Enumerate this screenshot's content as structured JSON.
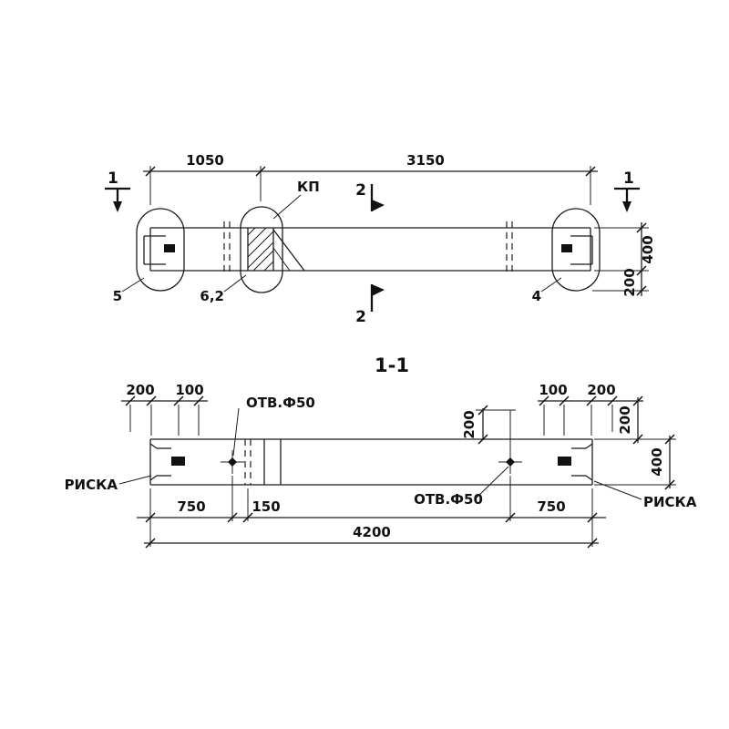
{
  "top": {
    "dim_1050": "1050",
    "dim_3150": "3150",
    "dim_400": "400",
    "dim_200": "200",
    "sec1_left": "1",
    "sec1_right": "1",
    "sec2_top": "2",
    "sec2_bottom": "2",
    "kp": "КП",
    "part_5": "5",
    "part_62": "6,2",
    "part_4": "4"
  },
  "section": {
    "title": "1-1",
    "dim_200_tl": "200",
    "dim_100_tl": "100",
    "dim_100_tr": "100",
    "dim_200_tr": "200",
    "dim_200_mid": "200",
    "dim_200_side": "200",
    "dim_400_side": "400",
    "hole_left": "ОТВ.Ф50",
    "hole_right": "ОТВ.Ф50",
    "riska_left": "РИСКА",
    "riska_right": "РИСКА",
    "dim_750_l": "750",
    "dim_150": "150",
    "dim_750_r": "750",
    "dim_4200": "4200"
  }
}
